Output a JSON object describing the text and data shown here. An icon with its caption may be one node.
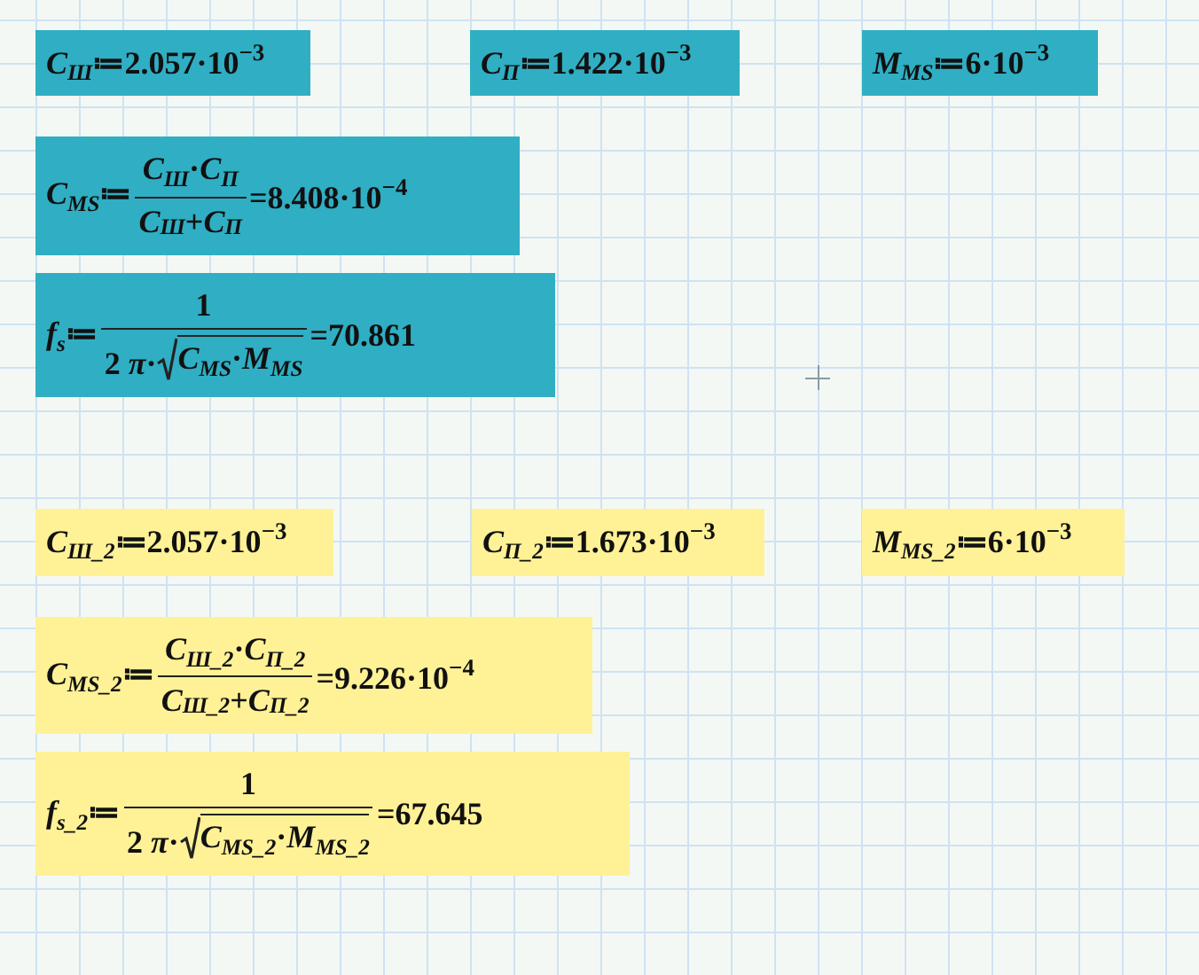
{
  "diagram": {
    "nodes": [
      {
        "text": [
          "*C*$_{Ш}$≔2.057·10$^{−3}$"
        ]
      },
      {
        "text": [
          "*C*$_{П}$≔1.422·10$^{−3}$"
        ]
      },
      {
        "text": [
          "*M*$_{MS}$≔6·10$^{−3}$"
        ]
      },
      {
        "text": [
          "*C*$_{MS}$≔",
          "*C*$_{Ш}$·*C*$_{П}$",
          "*C*$_{Ш}$+*C*$_{П}$",
          "=8.408·10$^{−4}$"
        ]
      },
      {
        "text": [
          "*f*$_{s}$≔",
          "1",
          "2 *π*·",
          "*C*$_{MS}$·*M*$_{MS}$",
          "=70.861"
        ]
      },
      {
        "text": [
          "*C*$_{Ш_2}$≔2.057·10$^{−3}$"
        ]
      },
      {
        "text": [
          "*C*$_{П_2}$≔1.673·10$^{−3}$"
        ]
      },
      {
        "text": [
          "*M*$_{MS_2}$≔6·10$^{−3}$"
        ]
      },
      {
        "text": [
          "*C*$_{MS_2}$≔",
          "*C*$_{Ш_2}$·*C*$_{П_2}$",
          "*C*$_{Ш_2}$+*C*$_{П_2}$",
          "=9.226·10$^{−4}$"
        ]
      },
      {
        "text": [
          "*f*$_{s_2}$≔",
          "1",
          "2 *π*·",
          "*C*$_{MS_2}$·*M*$_{MS_2}$",
          "=67.645"
        ]
      }
    ]
  }
}
